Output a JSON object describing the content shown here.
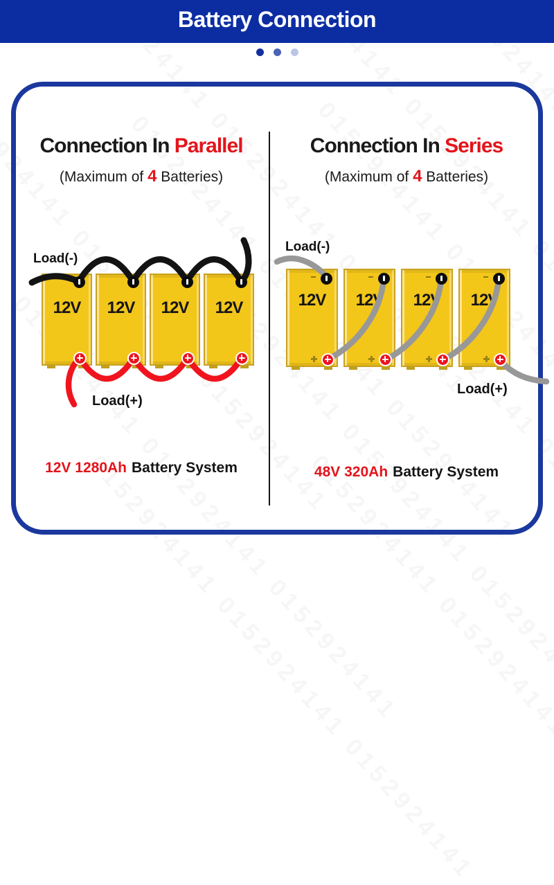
{
  "header": {
    "title": "Battery Connection"
  },
  "carousel": {
    "dot_count": 3,
    "active_index": 0
  },
  "watermark_text": "0152924141 0152924141 0152924141",
  "colors": {
    "header_bg": "#0C2DA2",
    "panel_border": "#1B389E",
    "accent_red": "#E3141B",
    "battery_yellow": "#F3C61A",
    "battery_border": "#C9A11F",
    "wire_black": "#131313",
    "wire_red": "#F0141E",
    "wire_gray": "#989898",
    "terminal_red": "#ED1420",
    "terminal_black": "#0C0C0C",
    "dot_active": "#162F9E",
    "dot_mid": "#4A63B5",
    "dot_inactive": "#BCC5E6"
  },
  "parallel": {
    "title_prefix": "Connection In ",
    "title_highlight": "Parallel",
    "subtitle_prefix": "(Maximum of ",
    "subtitle_highlight": "4",
    "subtitle_suffix": " Batteries)",
    "load_negative_label": "Load(-)",
    "load_positive_label": "Load(+)",
    "battery_count": 4,
    "battery_voltage_label": "12V",
    "caption_highlight": "12V 1280Ah",
    "caption_suffix": "Battery System"
  },
  "series": {
    "title_prefix": "Connection In ",
    "title_highlight": "Series",
    "subtitle_prefix": "(Maximum of ",
    "subtitle_highlight": "4",
    "subtitle_suffix": " Batteries)",
    "load_negative_label": "Load(-)",
    "load_positive_label": "Load(+)",
    "battery_count": 4,
    "battery_voltage_label": "12V",
    "caption_highlight": "48V 320Ah",
    "caption_suffix": "Battery System"
  }
}
